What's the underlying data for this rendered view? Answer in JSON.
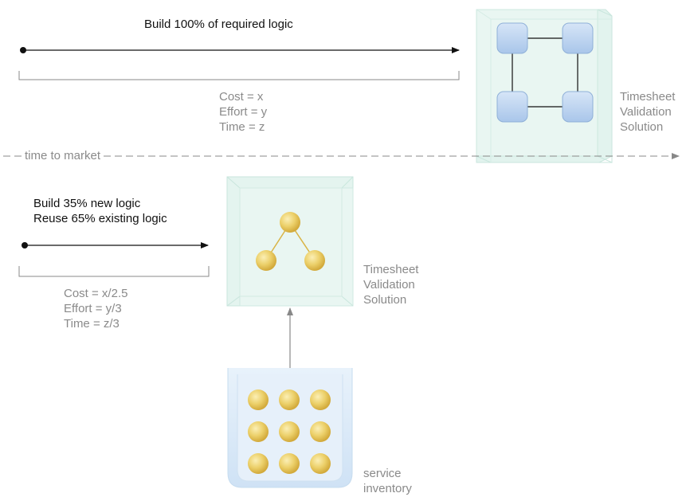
{
  "top_scenario": {
    "build_text": "Build 100% of required logic",
    "metrics": [
      "Cost = x",
      "Effort = y",
      "Time = z"
    ],
    "solution_label": [
      "Timesheet",
      "Validation",
      "Solution"
    ]
  },
  "time_to_market_label": "time to market",
  "bottom_scenario": {
    "build_lines": [
      "Build 35% new logic",
      "Reuse 65% existing logic"
    ],
    "metrics": [
      "Cost = x/2.5",
      "Effort = y/3",
      "Time = z/3"
    ],
    "solution_label": [
      "Timesheet",
      "Validation",
      "Solution"
    ]
  },
  "inventory_label": [
    "service",
    "inventory"
  ],
  "colors": {
    "cube_fill": "#e2f3ee",
    "cube_edge": "#c9e6dd",
    "node_fill": "#bcd4f0",
    "node_stroke": "#8fb0d8",
    "sphere": "#e8c65a",
    "inventory_fill": "#dcebf8",
    "text_gray": "#8a8a8a"
  }
}
